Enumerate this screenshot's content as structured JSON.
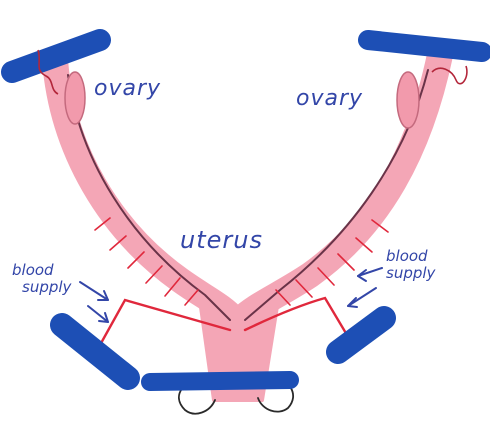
{
  "labels": {
    "ovary_left": "ovary",
    "ovary_right": "ovary",
    "uterus": "uterus",
    "blood_left_1": "blood",
    "blood_left_2": "supply",
    "blood_right_1": "blood",
    "blood_right_2": "supply"
  },
  "colors": {
    "tissue_pink": "#f4a6b6",
    "vessel_red": "#e0283c",
    "ligament_blue": "#1d4fb5",
    "label_blue": "#3346a8",
    "outline": "#2a2a2a"
  }
}
